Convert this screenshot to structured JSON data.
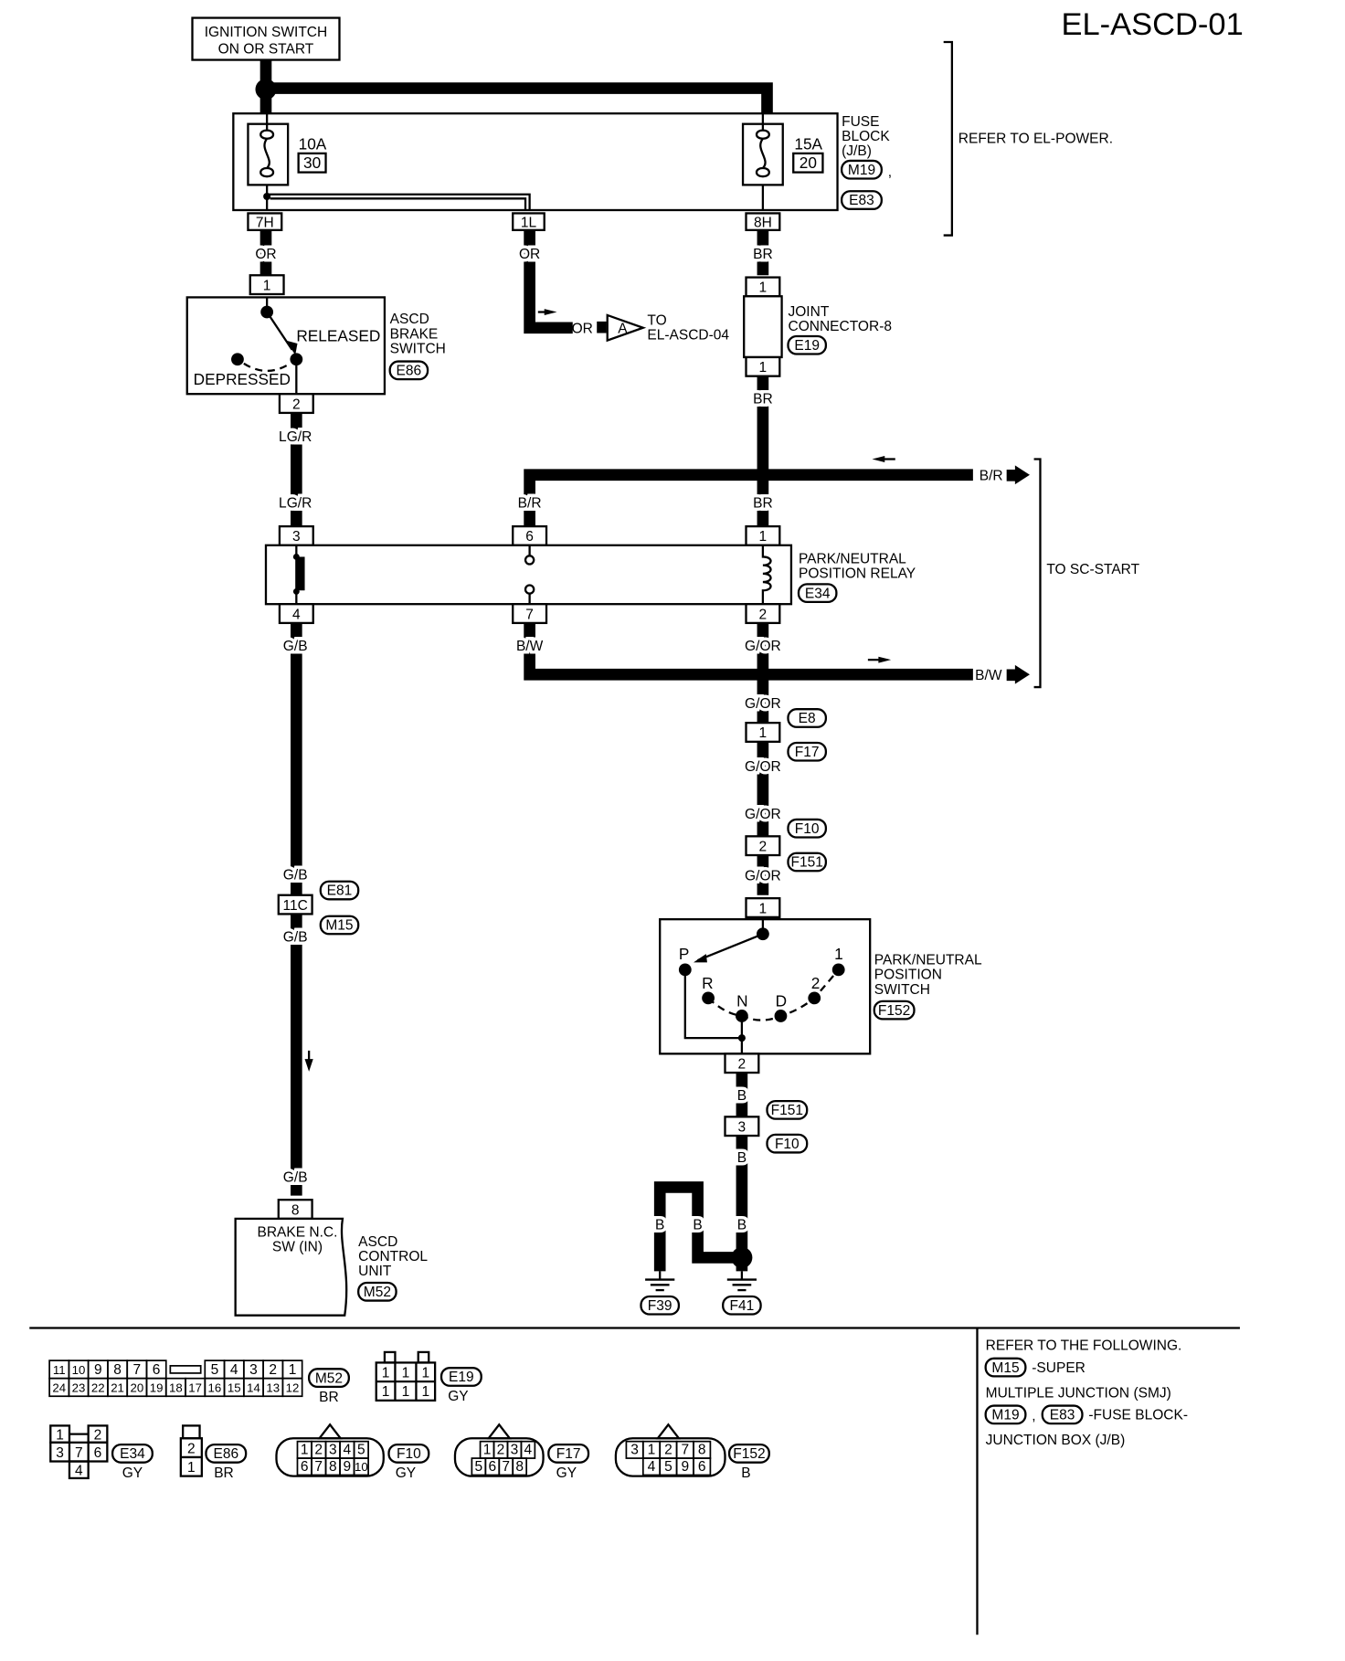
{
  "page_id": "EL-ASCD-01",
  "power_source": {
    "line1": "IGNITION SWITCH",
    "line2": "ON OR START"
  },
  "fuse_block": {
    "fuse_a": {
      "amp": "10A",
      "num": "30"
    },
    "fuse_b": {
      "amp": "15A",
      "num": "20"
    },
    "label": [
      "FUSE",
      "BLOCK",
      "(J/B)"
    ],
    "conn1": "M19",
    "conn2": "E83",
    "pins": [
      "7H",
      "1L",
      "8H"
    ],
    "refer": "REFER TO EL-POWER."
  },
  "wires": {
    "or": "OR",
    "br": "BR",
    "lgr": "LG/R",
    "br_r": "B/R",
    "gb": "G/B",
    "bw": "B/W",
    "gor": "G/OR",
    "b": "B"
  },
  "offpage": {
    "letter": "A",
    "to": "TO",
    "target": "EL-ASCD-04"
  },
  "brake_switch": {
    "name": [
      "ASCD",
      "BRAKE",
      "SWITCH"
    ],
    "conn": "E86",
    "released": "RELEASED",
    "depressed": "DEPRESSED",
    "pin_in": "1",
    "pin_out": "2"
  },
  "joint_connector": {
    "name": [
      "JOINT",
      "CONNECTOR-8"
    ],
    "conn": "E19",
    "pin_top": "1",
    "pin_bottom": "1"
  },
  "relay": {
    "name": [
      "PARK/NEUTRAL",
      "POSITION RELAY"
    ],
    "conn": "E34",
    "pins_top": [
      "3",
      "6",
      "1"
    ],
    "pins_bottom": [
      "4",
      "7",
      "2"
    ]
  },
  "sc_start": {
    "label": "TO SC-START",
    "br_label": "B/R",
    "bw_label": "B/W"
  },
  "inline_connectors": {
    "e8_f17": {
      "pin": "1",
      "a": "E8",
      "b": "F17"
    },
    "f10_f151": {
      "pin": "2",
      "a": "F10",
      "b": "F151"
    },
    "e81_m15": {
      "pin": "11C",
      "a": "E81",
      "b": "M15"
    },
    "f151_f10": {
      "pin": "3",
      "a": "F151",
      "b": "F10"
    }
  },
  "pn_switch": {
    "name": [
      "PARK/NEUTRAL",
      "POSITION",
      "SWITCH"
    ],
    "conn": "F152",
    "pin_in": "1",
    "pin_out": "2",
    "positions": [
      "P",
      "R",
      "N",
      "D",
      "2",
      "1"
    ]
  },
  "control_unit": {
    "pin": "8",
    "terminal": [
      "BRAKE N.C.",
      "SW (IN)"
    ],
    "name": [
      "ASCD",
      "CONTROL",
      "UNIT"
    ],
    "conn": "M52"
  },
  "grounds": [
    "F39",
    "F41"
  ],
  "connector_views": {
    "m52": {
      "conn": "M52",
      "color": "BR",
      "row1": [
        "11",
        "10",
        "9",
        "8",
        "7",
        "6",
        "5",
        "4",
        "3",
        "2",
        "1"
      ],
      "row2": [
        "24",
        "23",
        "22",
        "21",
        "20",
        "19",
        "18",
        "17",
        "16",
        "15",
        "14",
        "13",
        "12"
      ]
    },
    "e19": {
      "conn": "E19",
      "color": "GY",
      "pins": [
        "1",
        "1",
        "1",
        "1",
        "1",
        "1"
      ]
    },
    "e34": {
      "conn": "E34",
      "color": "GY",
      "pins": [
        "1",
        "2",
        "3",
        "7",
        "6",
        "4"
      ]
    },
    "e86": {
      "conn": "E86",
      "color": "BR",
      "pins": [
        "2",
        "1"
      ]
    },
    "f10": {
      "conn": "F10",
      "color": "GY",
      "row1": [
        "1",
        "2",
        "3",
        "4",
        "5"
      ],
      "row2": [
        "6",
        "7",
        "8",
        "9",
        "10"
      ]
    },
    "f17": {
      "conn": "F17",
      "color": "GY",
      "row1": [
        "1",
        "2",
        "3",
        "4"
      ],
      "row2": [
        "5",
        "6",
        "7",
        "8"
      ]
    },
    "f152": {
      "conn": "F152",
      "color": "B",
      "row1": [
        "3",
        "1",
        "2",
        "7",
        "8"
      ],
      "row2": [
        "4",
        "5",
        "9",
        "6"
      ]
    }
  },
  "notes": {
    "title": "REFER TO THE FOLLOWING.",
    "m15": "M15",
    "m15_text": "-SUPER",
    "line2": "MULTIPLE JUNCTION (SMJ)",
    "m19": "M19",
    "e83": "E83",
    "fb_text": "-FUSE BLOCK-",
    "line4": "JUNCTION BOX (J/B)"
  }
}
